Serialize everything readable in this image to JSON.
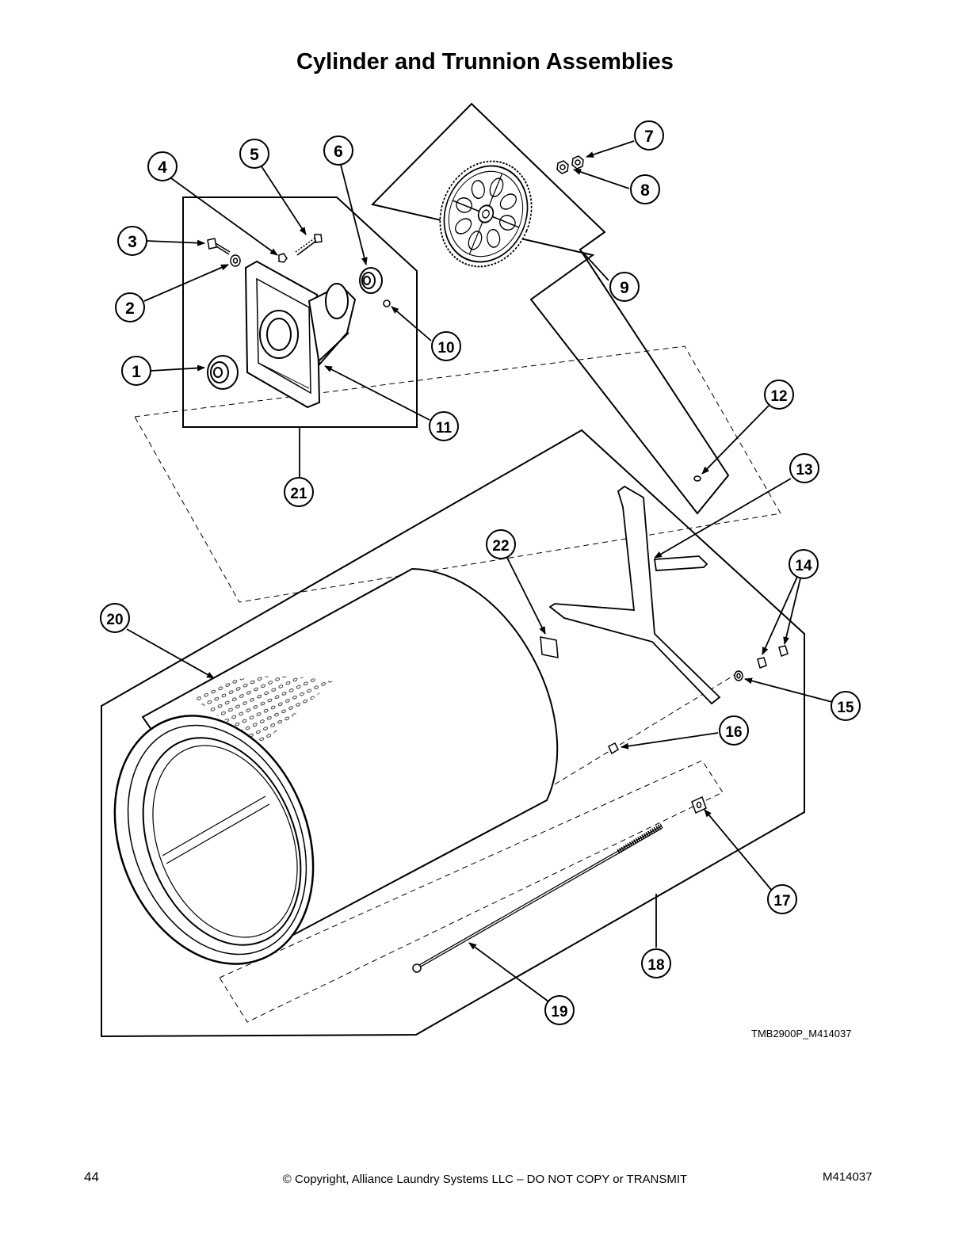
{
  "title": "Cylinder and Trunnion Assemblies",
  "drawing_ref": "TMB2900P_M414037",
  "footer": {
    "page_number": "44",
    "copyright": "© Copyright, Alliance Laundry Systems LLC – DO NOT COPY or TRANSMIT",
    "doc_id": "M414037"
  },
  "callouts": [
    "1",
    "2",
    "3",
    "4",
    "5",
    "6",
    "7",
    "8",
    "9",
    "10",
    "11",
    "12",
    "13",
    "14",
    "15",
    "16",
    "17",
    "18",
    "19",
    "20",
    "21",
    "22"
  ]
}
